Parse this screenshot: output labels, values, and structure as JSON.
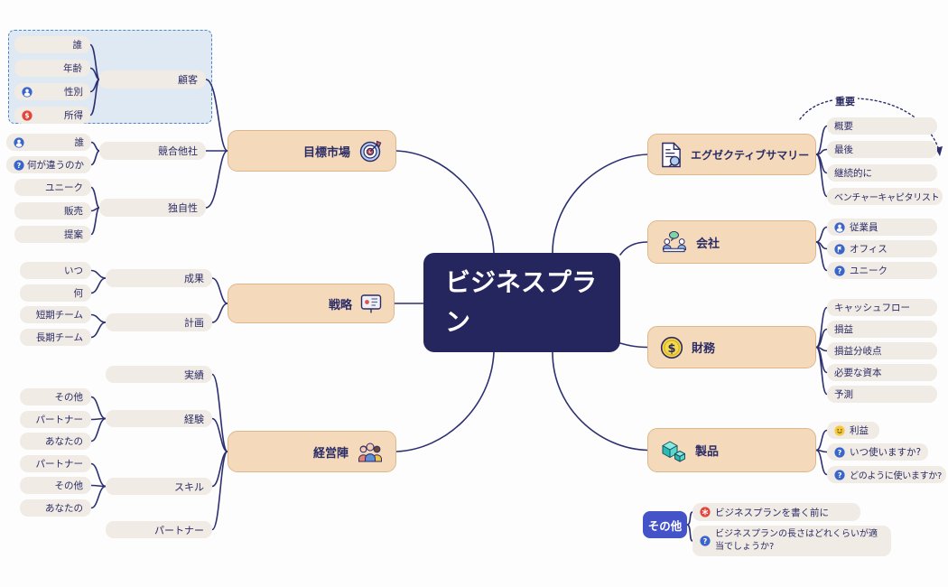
{
  "title": "ビジネスプラン",
  "left": {
    "target_market": {
      "label": "目標市場",
      "groups": {
        "customer": {
          "label": "顧客",
          "children": [
            "誰",
            "年齢",
            "性別",
            "所得"
          ]
        },
        "competitors": {
          "label": "競合他社",
          "children": [
            "誰",
            "何が違うのか"
          ]
        },
        "uniqueness": {
          "label": "独自性",
          "children": [
            "ユニーク",
            "販売",
            "提案"
          ]
        }
      }
    },
    "strategy": {
      "label": "戦略",
      "groups": {
        "results": {
          "label": "成果",
          "children": [
            "いつ",
            "何"
          ]
        },
        "plan": {
          "label": "計画",
          "children": [
            "短期チーム",
            "長期チーム"
          ]
        }
      }
    },
    "management": {
      "label": "経営陣",
      "groups": {
        "track_record": {
          "label": "実績"
        },
        "experience": {
          "label": "経験",
          "children": [
            "その他",
            "パートナー",
            "あなたの"
          ]
        },
        "skills": {
          "label": "スキル",
          "children": [
            "パートナー",
            "その他",
            "あなたの"
          ]
        },
        "partner": {
          "label": "パートナー"
        }
      }
    }
  },
  "right": {
    "executive_summary": {
      "label": "エグゼクティブサマリー",
      "children": [
        "概要",
        "最後",
        "継続的に",
        "ベンチャーキャピタリスト"
      ],
      "callout": "重要"
    },
    "company": {
      "label": "会社",
      "children": [
        "従業員",
        "オフィス",
        "ユニーク"
      ]
    },
    "finance": {
      "label": "財務",
      "children": [
        "キャッシュフロー",
        "損益",
        "損益分岐点",
        "必要な資本",
        "予測"
      ]
    },
    "product": {
      "label": "製品",
      "children": [
        "利益",
        "いつ使いますか?",
        "どのように使いますか?"
      ]
    }
  },
  "floating": {
    "others": {
      "label": "その他",
      "children": [
        "ビジネスプランを書く前に",
        "ビジネスプランの長さはどれくらいが適当でしょうか?"
      ]
    }
  },
  "colors": {
    "center_fill": "#26265f",
    "branch_fill": "#f4dabb",
    "branch_border": "#dcb78e",
    "leaf_fill": "#f0ebe4",
    "connector": "#2d3070",
    "text": "#2b2b66",
    "others_fill": "#4553c9",
    "selection_border": "#4b86cc",
    "badge_blue": "#3a66cc",
    "badge_red": "#e2453c",
    "badge_yellow": "#f5c93f"
  }
}
